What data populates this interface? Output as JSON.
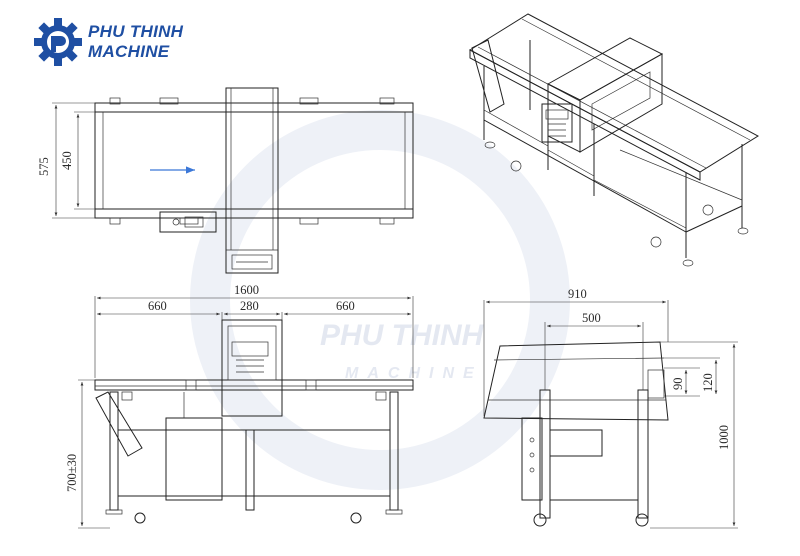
{
  "brand": {
    "name_line1": "PHU THINH",
    "name_line2": "MACHINE",
    "color": "#1f4fa3",
    "accent": "#1f4fa3"
  },
  "watermark": {
    "line1": "PHU THINH",
    "line2": "MACHINE"
  },
  "top_view": {
    "dim_total_width": "575",
    "dim_belt_width": "450"
  },
  "front_view": {
    "dim_total_length": "1600",
    "dim_left": "660",
    "dim_center": "280",
    "dim_right": "660",
    "dim_height": "700±30"
  },
  "side_view": {
    "dim_depth": "910",
    "dim_inner": "500",
    "dim_90": "90",
    "dim_120": "120",
    "dim_height": "1000"
  }
}
